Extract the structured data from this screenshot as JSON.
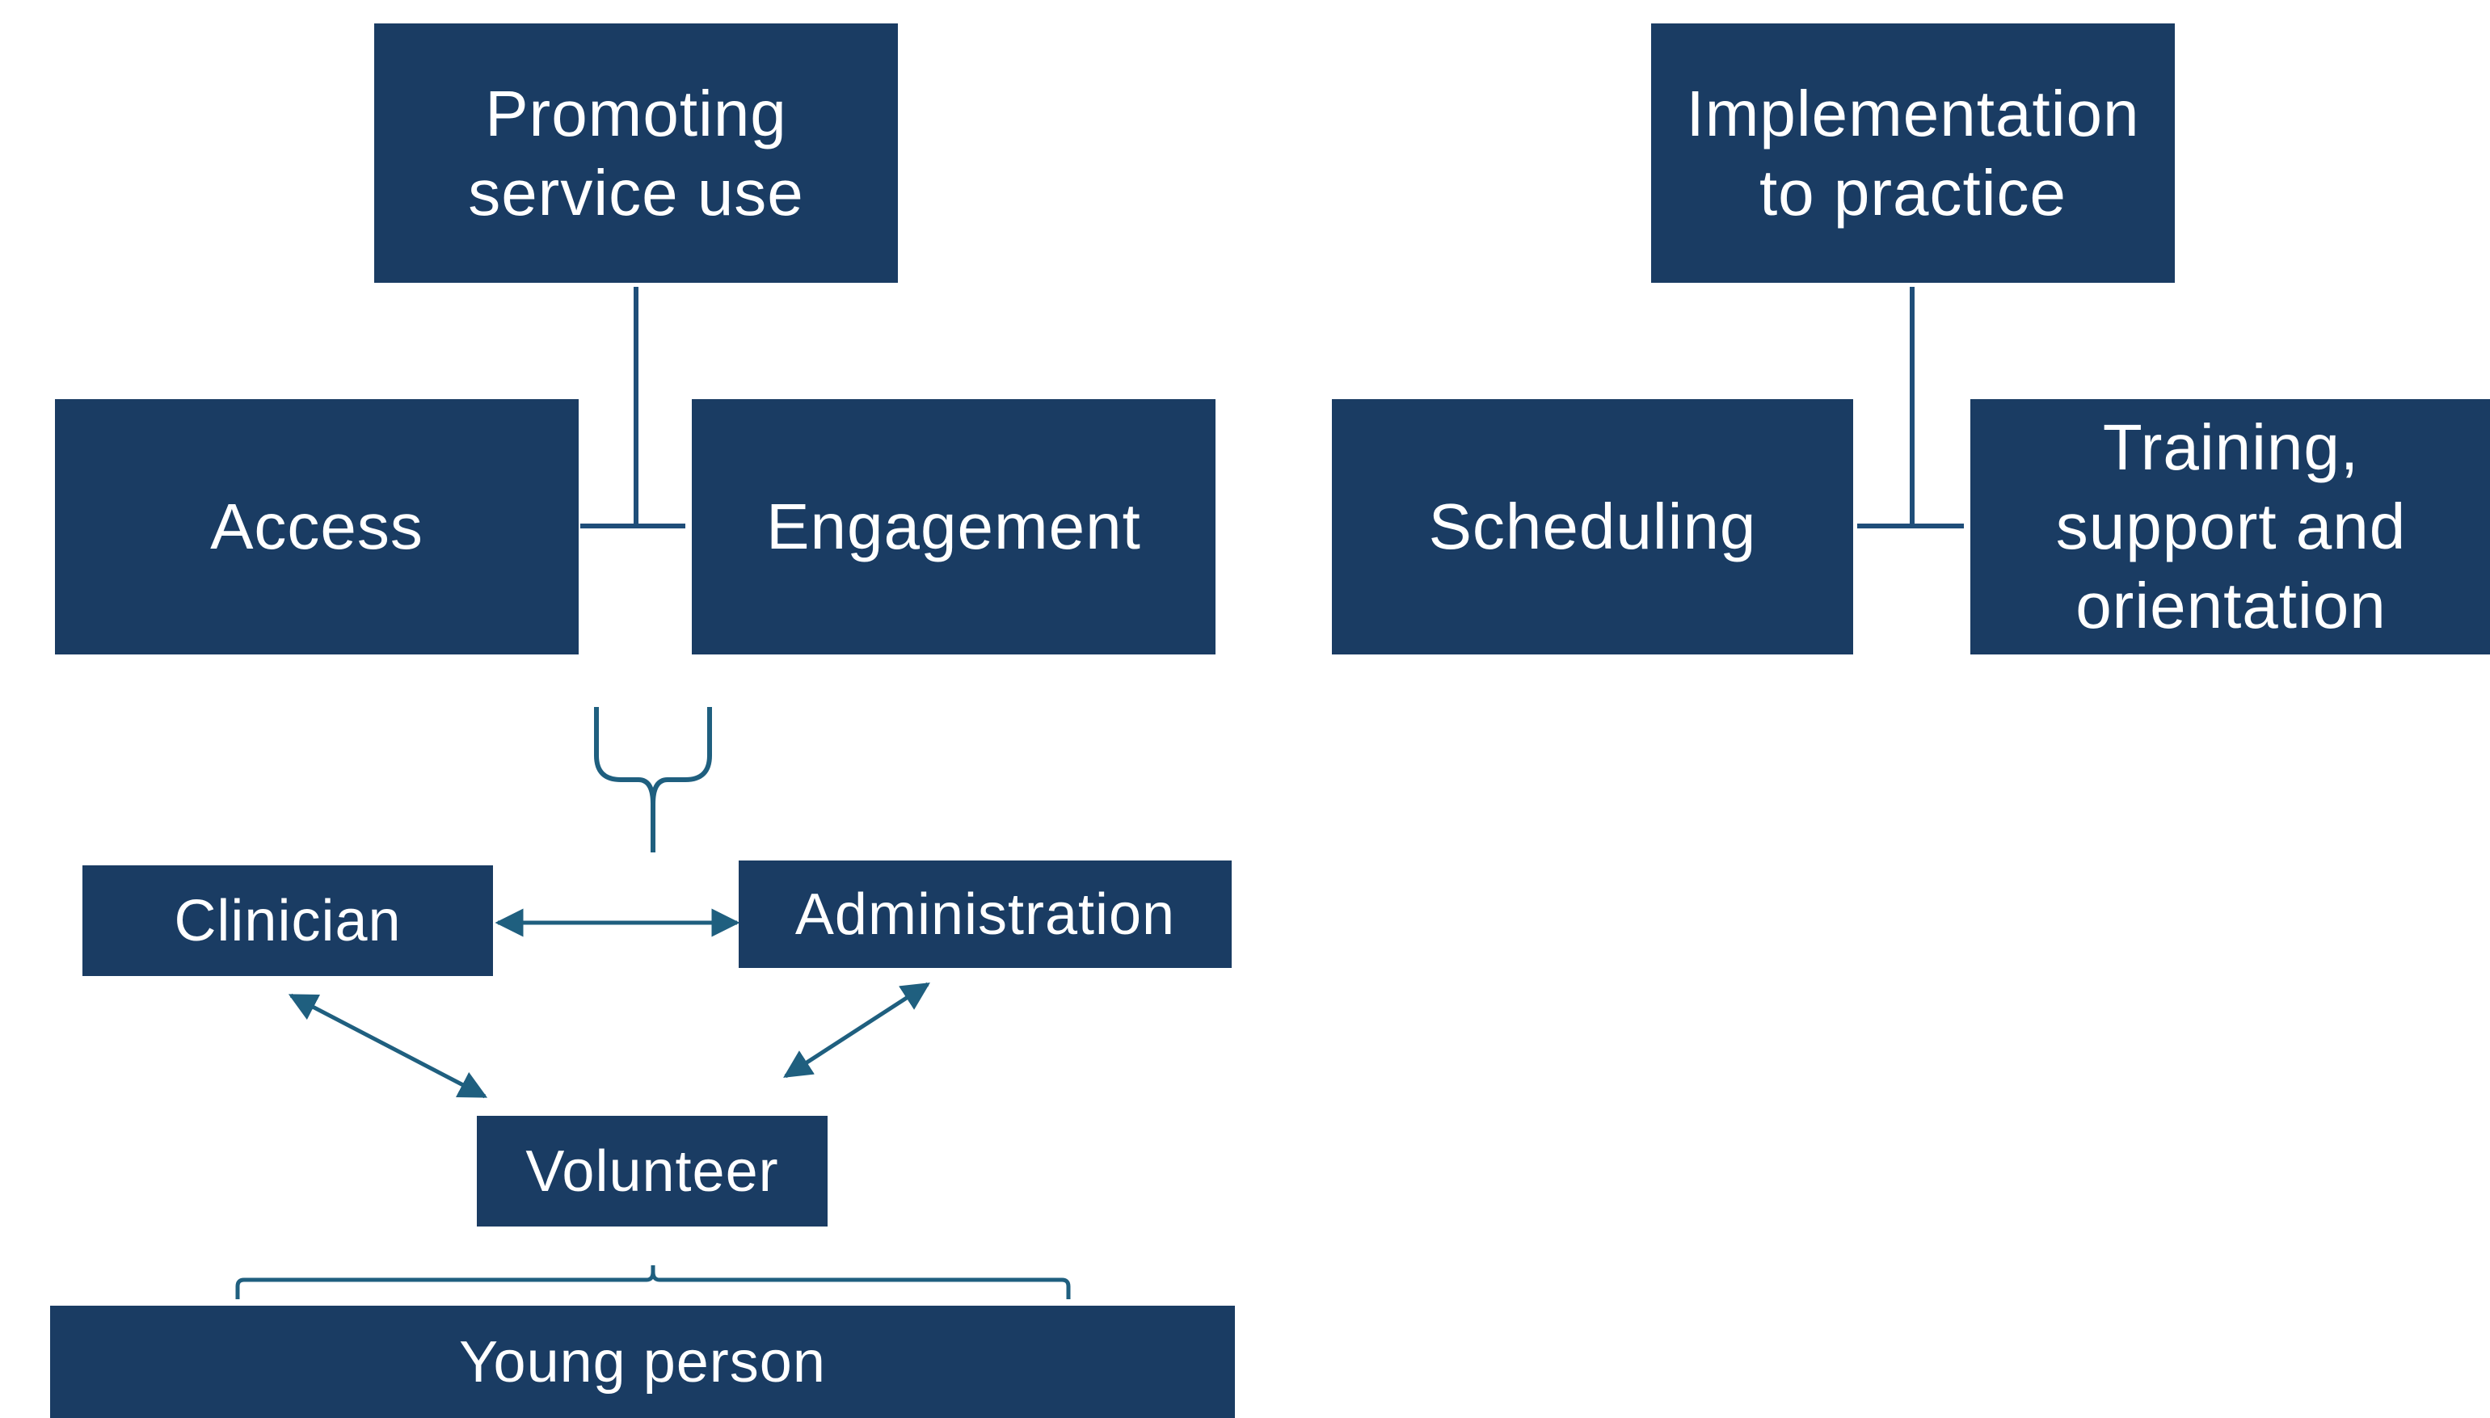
{
  "diagram": {
    "boxes": {
      "promoting": "Promoting\nservice use",
      "implementation": "Implementation\nto practice",
      "access": "Access",
      "engagement": "Engagement",
      "scheduling": "Scheduling",
      "training": "Training,\nsupport and\norientation",
      "clinician": "Clinician",
      "administration": "Administration",
      "volunteer": "Volunteer",
      "young_person": "Young person"
    },
    "colors": {
      "box_fill": "#1a3c63",
      "box_text": "#ffffff",
      "connector": "#1f4e79",
      "arrow": "#1f5f7f"
    }
  }
}
